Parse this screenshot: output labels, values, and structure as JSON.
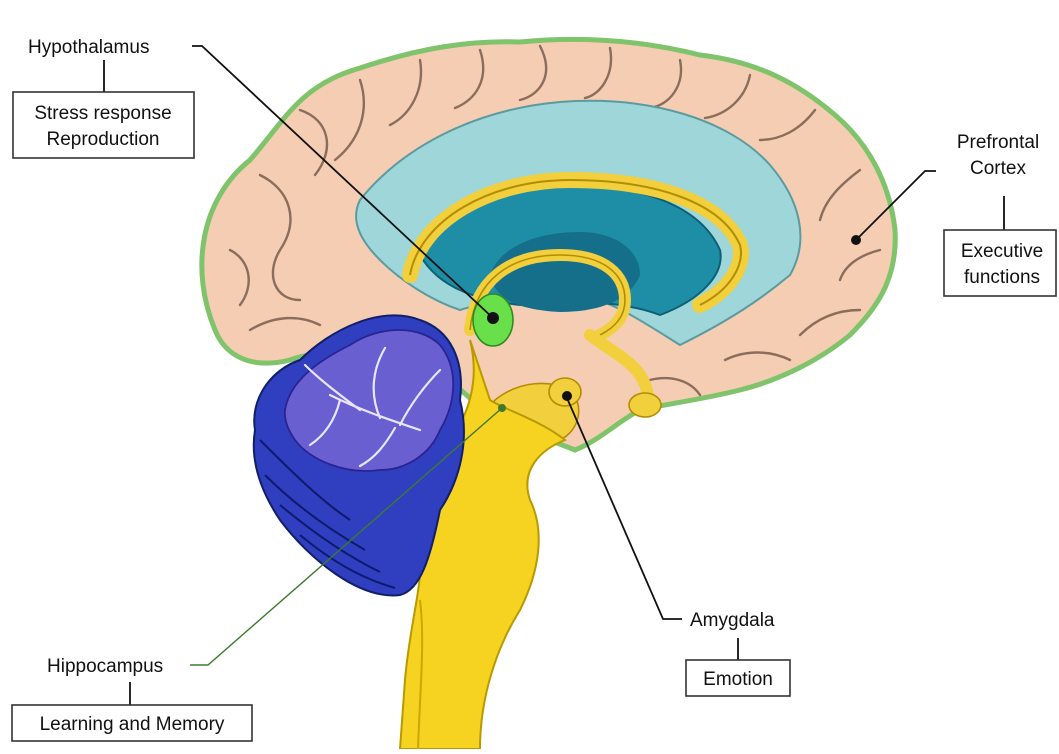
{
  "labels": {
    "hypothalamus": {
      "name": "Hypothalamus",
      "function_lines": [
        "Stress response",
        "Reproduction"
      ]
    },
    "prefrontal": {
      "name_lines": [
        "Prefrontal",
        "Cortex"
      ],
      "function_lines": [
        "Executive",
        "functions"
      ]
    },
    "amygdala": {
      "name": "Amygdala",
      "function": "Emotion"
    },
    "hippocampus": {
      "name": "Hippocampus",
      "function": "Learning and Memory"
    }
  },
  "colors": {
    "cortex": "#f4cdb3",
    "outline": "#7fc36b",
    "ventricle": "#9ed6da",
    "limbic": "#f2cf3c",
    "brainstem": "#f6d321",
    "hypothalamus": "#69e04a",
    "cerebellum": "#2f3fbf",
    "cerebellum_core": "#6a5fd0"
  }
}
